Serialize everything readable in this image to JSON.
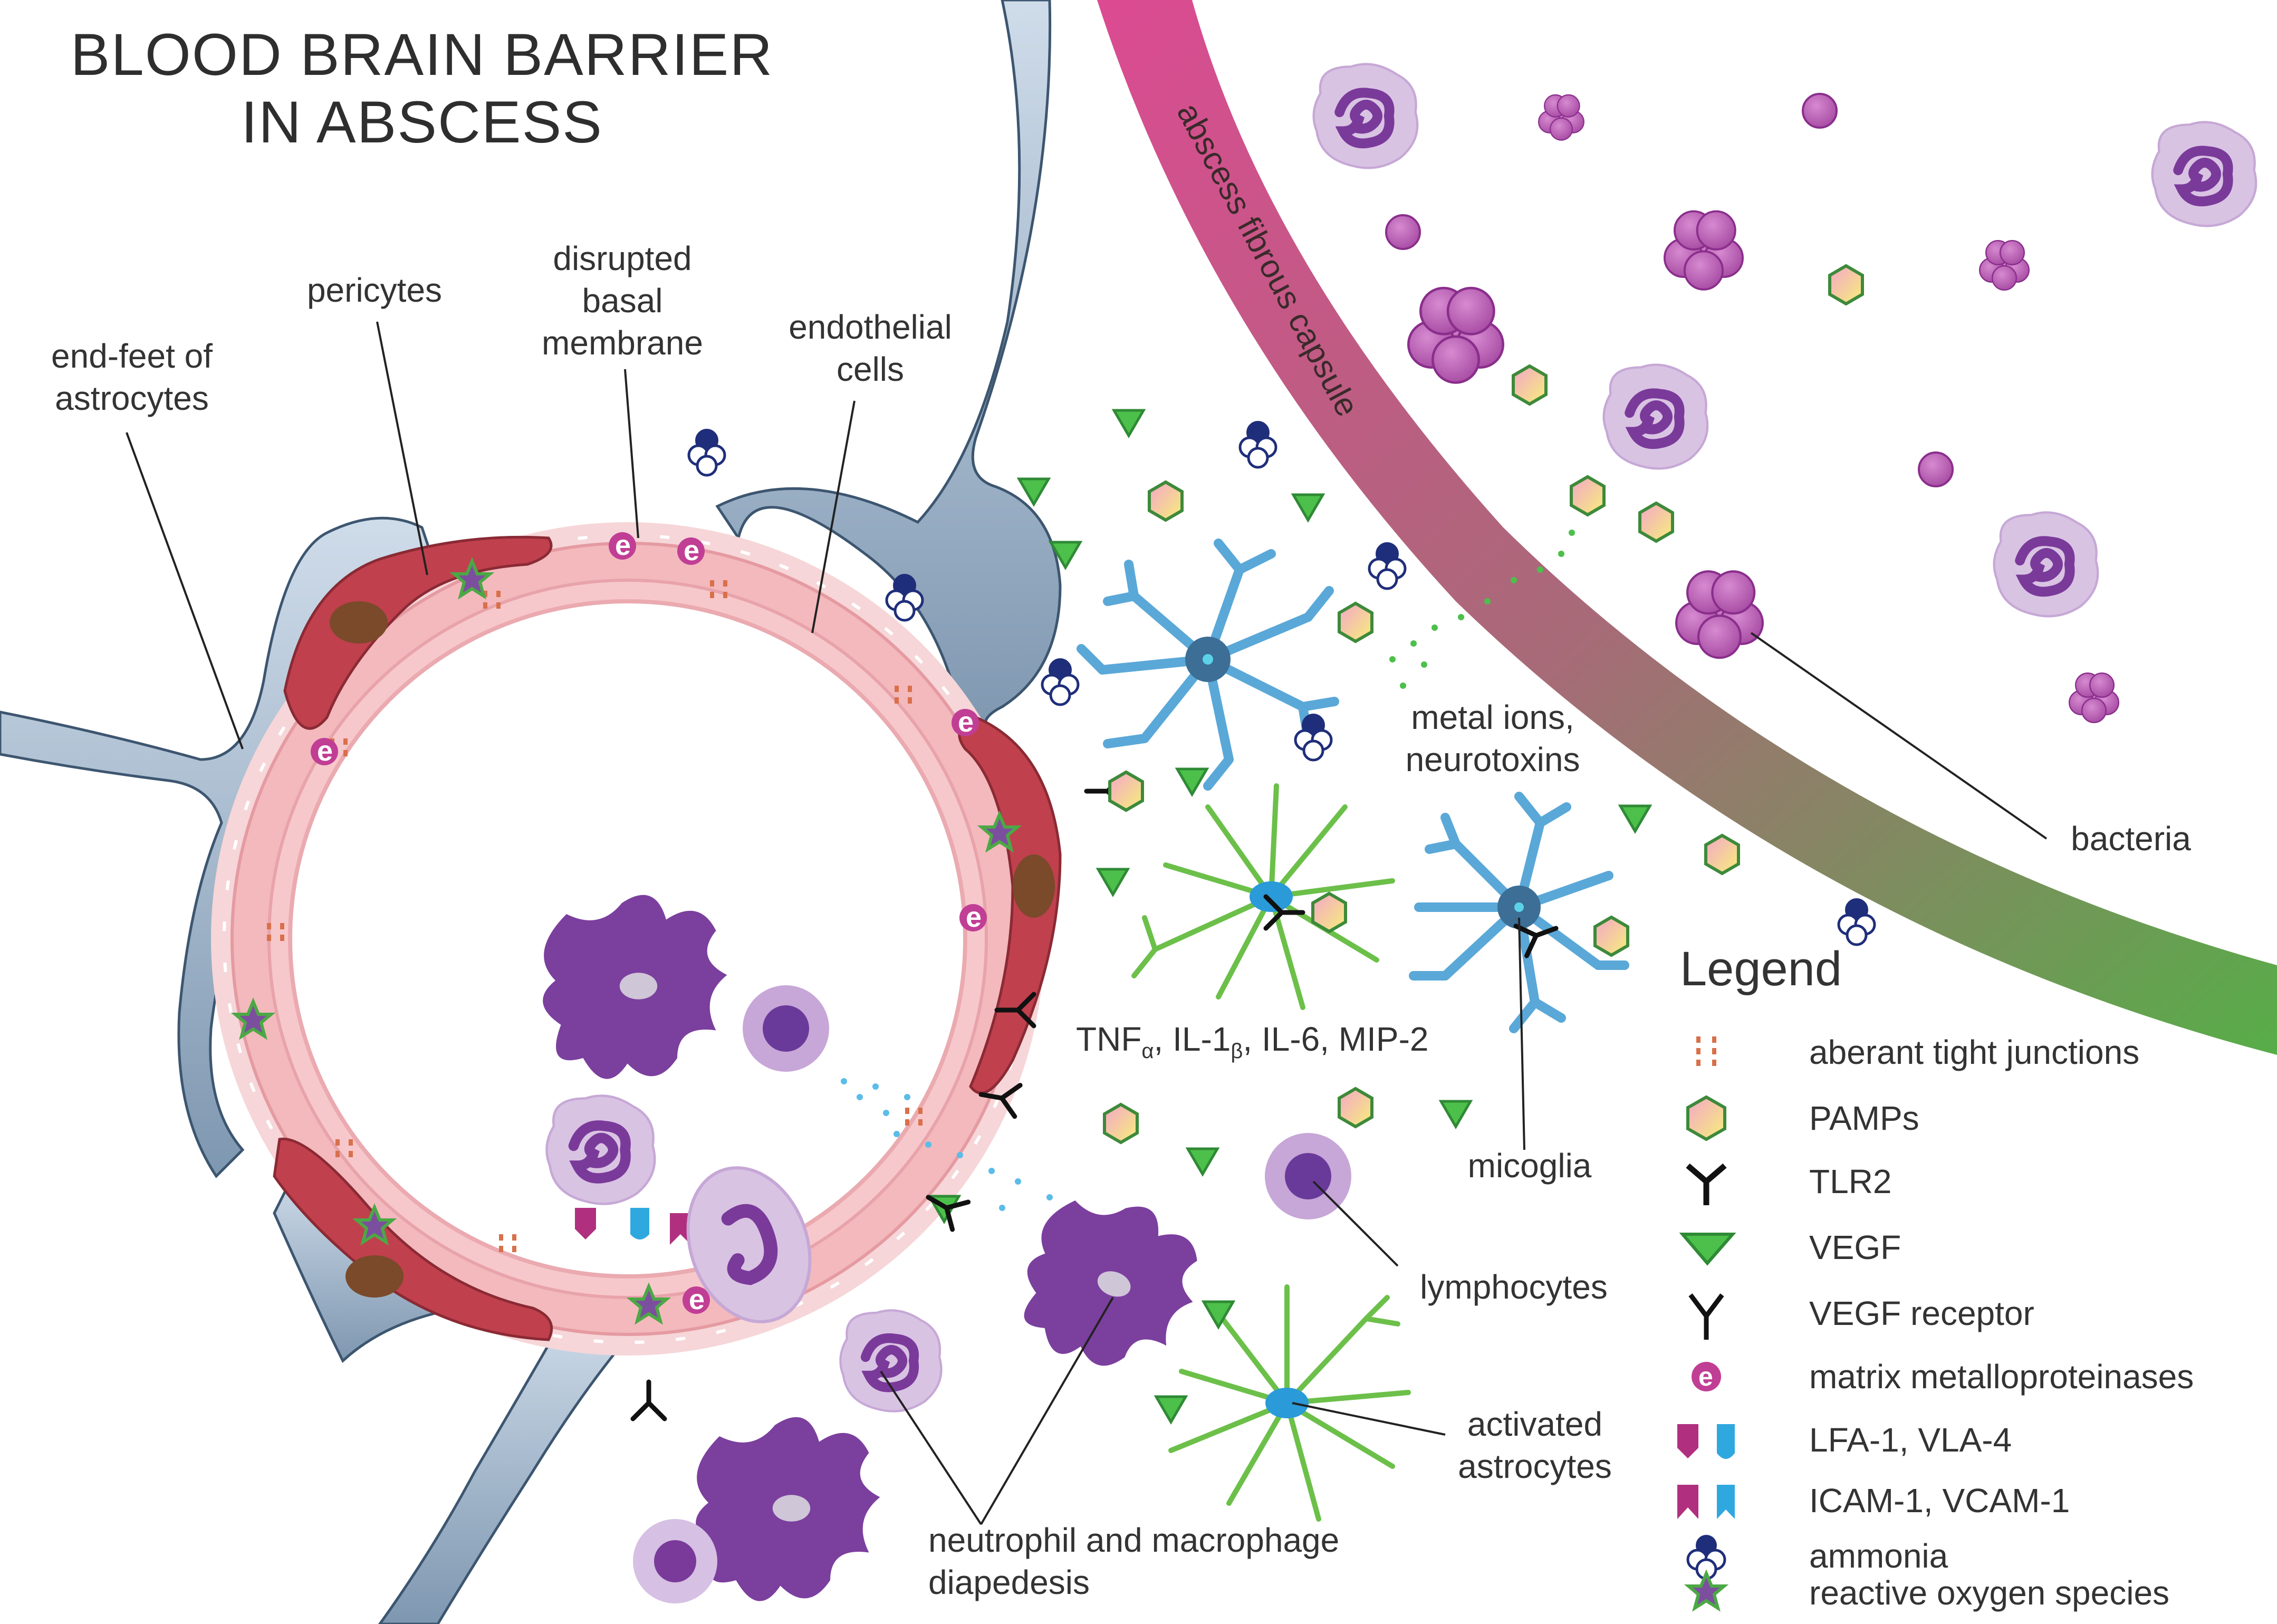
{
  "title": {
    "line1": "BLOOD BRAIN BARRIER",
    "line2": "IN ABSCESS"
  },
  "labels": {
    "end_feet_1": "end-feet of",
    "end_feet_2": "astrocytes",
    "pericytes": "pericytes",
    "basal_1": "disrupted",
    "basal_2": "basal",
    "basal_3": "membrane",
    "endothelial_1": "endothelial",
    "endothelial_2": "cells",
    "capsule": "abscess fibrous capsule",
    "metal_1": "metal ions,",
    "metal_2": "neurotoxins",
    "bacteria": "bacteria",
    "cytokines_tnf": "TNF",
    "cytokines_tnf_sub": "α",
    "cytokines_il1": ", IL-1",
    "cytokines_il1_sub": "β",
    "cytokines_rest": ", IL-6, MIP-2",
    "microglia": "micoglia",
    "lymphocytes": "lymphocytes",
    "activated_1": "activated",
    "activated_2": "astrocytes",
    "diapedesis_1": "neutrophil and macrophage",
    "diapedesis_2": "diapedesis"
  },
  "legend": {
    "title": "Legend",
    "items": [
      {
        "icon": "tight-junction-icon",
        "label": "aberant tight junctions"
      },
      {
        "icon": "pamp-hexagon-icon",
        "label": "PAMPs"
      },
      {
        "icon": "tlr2-receptor-icon",
        "label": "TLR2"
      },
      {
        "icon": "vegf-triangle-icon",
        "label": "VEGF"
      },
      {
        "icon": "vegf-receptor-icon",
        "label": "VEGF receptor"
      },
      {
        "icon": "mmp-e-icon",
        "label": "matrix metalloproteinases"
      },
      {
        "icon": "lfa-vla-icon",
        "label": "LFA-1, VLA-4"
      },
      {
        "icon": "icam-vcam-icon",
        "label": "ICAM-1, VCAM-1"
      },
      {
        "icon": "ammonia-icon",
        "label": "ammonia"
      },
      {
        "icon": "ros-star-icon",
        "label": "reactive oxygen species"
      }
    ]
  },
  "colors": {
    "vessel_pink": "#f3b9bd",
    "pericyte_red": "#c0404d",
    "astro_endfeet": "#5f7d96",
    "capsule_top": "#d84a8c",
    "capsule_bottom": "#5aa84a",
    "bacteria": "#b35aad",
    "microglia": "#5aa8d8",
    "astrocyte_green": "#6cc04a",
    "macrophage": "#7b3f9e",
    "vegf": "#3aa845"
  }
}
